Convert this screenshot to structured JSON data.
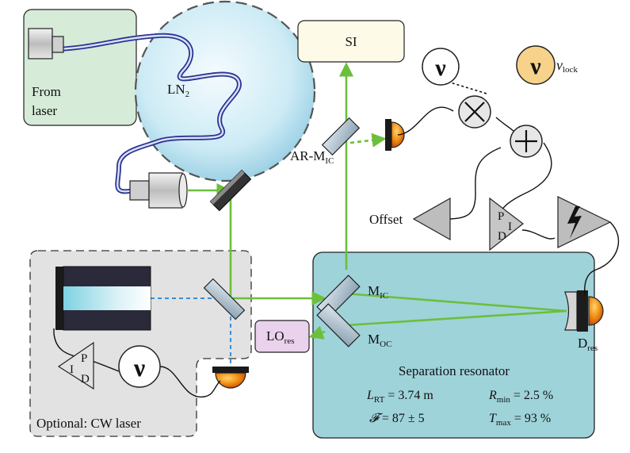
{
  "labels": {
    "from_laser_1": "From",
    "from_laser_2": "laser",
    "ln2_main": "LN",
    "ln2_sub": "2",
    "si": "SI",
    "nu_symbol": "ν",
    "nu_lock_main": "ν",
    "nu_lock_sub": "lock",
    "times_symbol": "×",
    "plus_symbol": "+",
    "ar_mic_main": "AR-M",
    "ar_mic_sub": "IC",
    "offset": "Offset",
    "pid_p": "P",
    "pid_i": "I",
    "pid_d": "D",
    "mic_main": "M",
    "mic_sub": "IC",
    "moc_main": "M",
    "moc_sub": "OC",
    "lores_main": "LO",
    "lores_sub": "res",
    "dres_main": "D",
    "dres_sub": "res",
    "separation_resonator": "Separation resonator",
    "lrt_symbol": "L",
    "lrt_sub": "RT",
    "lrt_value": " = 3.74 m",
    "finesse_symbol": "𝓕",
    "finesse_value": " = 87 ± 5",
    "rmin_symbol": "R",
    "rmin_sub": "min",
    "rmin_value": " = 2.5 %",
    "tmax_symbol": "T",
    "tmax_sub": "max",
    "tmax_value": " = 93 %",
    "optional_cw_laser": "Optional: CW laser"
  },
  "colors": {
    "laser_box_fill": "#d6ebd8",
    "ln2_fill": "#bfe3f0",
    "si_fill": "#fdfbe8",
    "resonator_fill": "#9ed3da",
    "cw_box_fill": "#e2e2e2",
    "lores_fill": "#ead2ec",
    "beam_green": "#6cbf3c",
    "beam_blue": "#3a8ed6",
    "detector_orange": "#ef8c12",
    "nu_lock_fill": "#f6d28a",
    "fiber_blue": "#3a3f9c"
  }
}
